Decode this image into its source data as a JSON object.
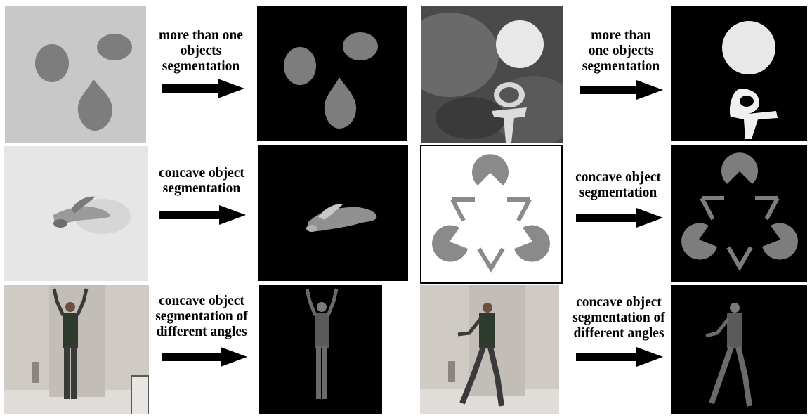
{
  "figure": {
    "rows": [
      {
        "left": {
          "caption_lines": [
            "more than one",
            "objects",
            "segmentation"
          ]
        },
        "right": {
          "caption_lines": [
            "more than",
            "one objects",
            "segmentation"
          ]
        }
      },
      {
        "left": {
          "caption_lines": [
            "concave object",
            "segmentation"
          ]
        },
        "right": {
          "caption_lines": [
            "concave object",
            "segmentation"
          ]
        }
      },
      {
        "left": {
          "caption_lines": [
            "concave object",
            "segmentation of",
            "different angles"
          ]
        },
        "right": {
          "caption_lines": [
            "concave object",
            "segmentation of",
            "different angles"
          ]
        }
      }
    ]
  },
  "colors": {
    "background": "#ffffff",
    "result_background": "#000000",
    "synthetic_gray_bg": "#c8c8c8",
    "object_gray": "#7d7d7d",
    "arrow": "#000000"
  },
  "icons": [
    "right-arrow-icon"
  ]
}
